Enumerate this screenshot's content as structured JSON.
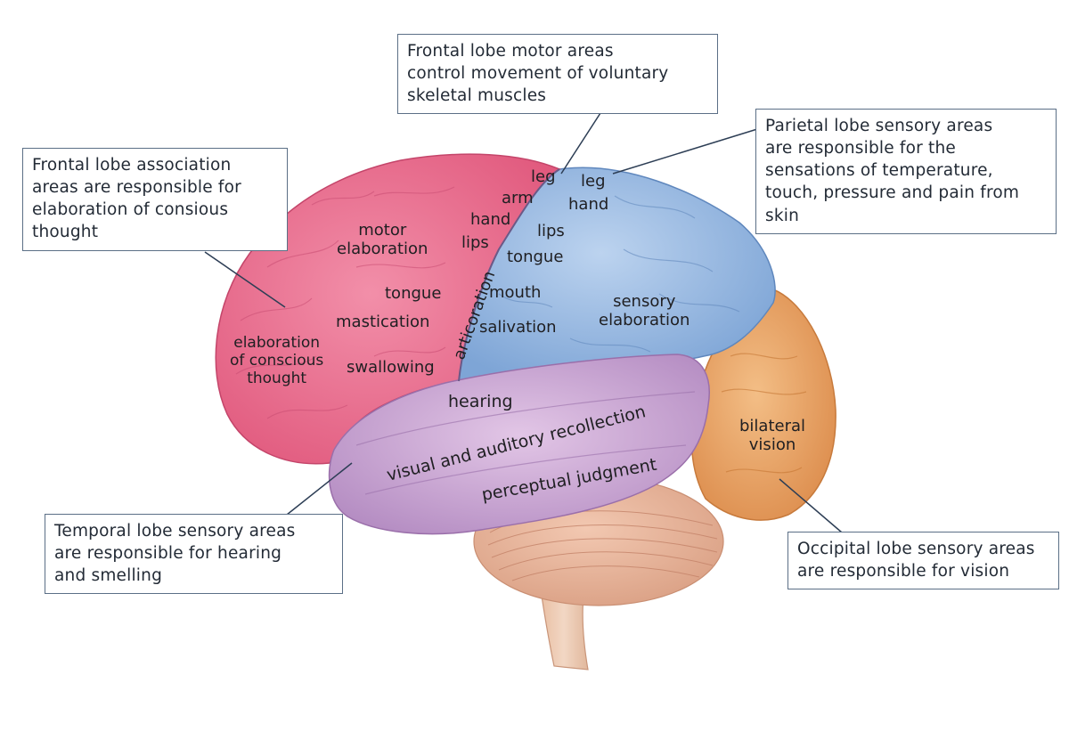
{
  "callouts": {
    "frontal_motor": "Frontal lobe motor areas\ncontrol movement of voluntary\nskeletal muscles",
    "parietal_sensory": "Parietal lobe sensory areas\nare responsible for the\nsensations of temperature,\ntouch, pressure and pain from\nskin",
    "frontal_association": "Frontal lobe association\nareas are responsible for\nelaboration of consious\nthought",
    "temporal_sensory": "Temporal lobe sensory areas\nare responsible for hearing\nand smelling",
    "occipital_sensory": "Occipital lobe sensory areas\nare responsible for vision"
  },
  "labels": {
    "frontal": {
      "leg": "leg",
      "arm": "arm",
      "hand": "hand",
      "lips": "lips",
      "motor_elaboration": "motor\nelaboration",
      "tongue": "tongue",
      "mastication": "mastication",
      "elaboration_thought": "elaboration\nof conscious\nthought",
      "swallowing": "swallowing",
      "articoration": "articoration"
    },
    "parietal": {
      "leg": "leg",
      "hand": "hand",
      "lips": "lips",
      "tongue": "tongue",
      "mouth": "mouth",
      "salivation": "salivation",
      "sensory_elaboration": "sensory\nelaboration"
    },
    "temporal": {
      "hearing": "hearing",
      "visual_auditory": "visual and auditory recollection",
      "perceptual": "perceptual judgment"
    },
    "occipital": {
      "bilateral_vision": "bilateral\nvision"
    }
  },
  "colors": {
    "frontal_lobe": "#e9708f",
    "parietal_lobe": "#8fb3de",
    "temporal_lobe": "#c9a3d1",
    "occipital_lobe": "#e6a062",
    "cerebellum": "#e8b49a",
    "brainstem": "#e7c3a9",
    "callout_border": "#5b6f86",
    "leader_line": "#2d3e55"
  }
}
